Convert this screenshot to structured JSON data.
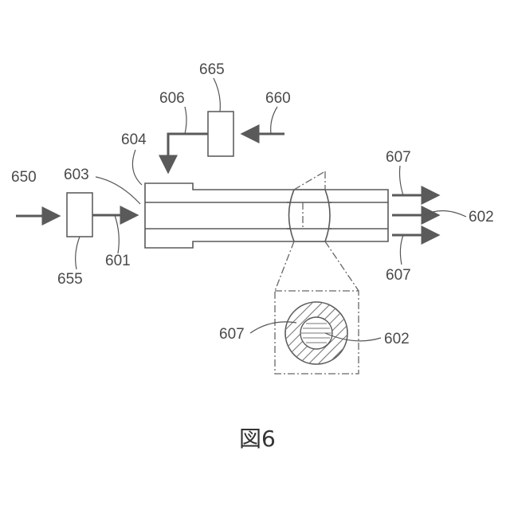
{
  "figure": {
    "caption": "図6",
    "labels": {
      "l650": "650",
      "l655": "655",
      "l601": "601",
      "l603": "603",
      "l604": "604",
      "l606": "606",
      "l665": "665",
      "l660": "660",
      "l607_top": "607",
      "l602_right": "602",
      "l607_bottom": "607",
      "l607_detail": "607",
      "l602_detail": "602"
    },
    "colors": {
      "line": "#5a5a5a",
      "text": "#4a4a4a",
      "background": "#ffffff"
    }
  }
}
